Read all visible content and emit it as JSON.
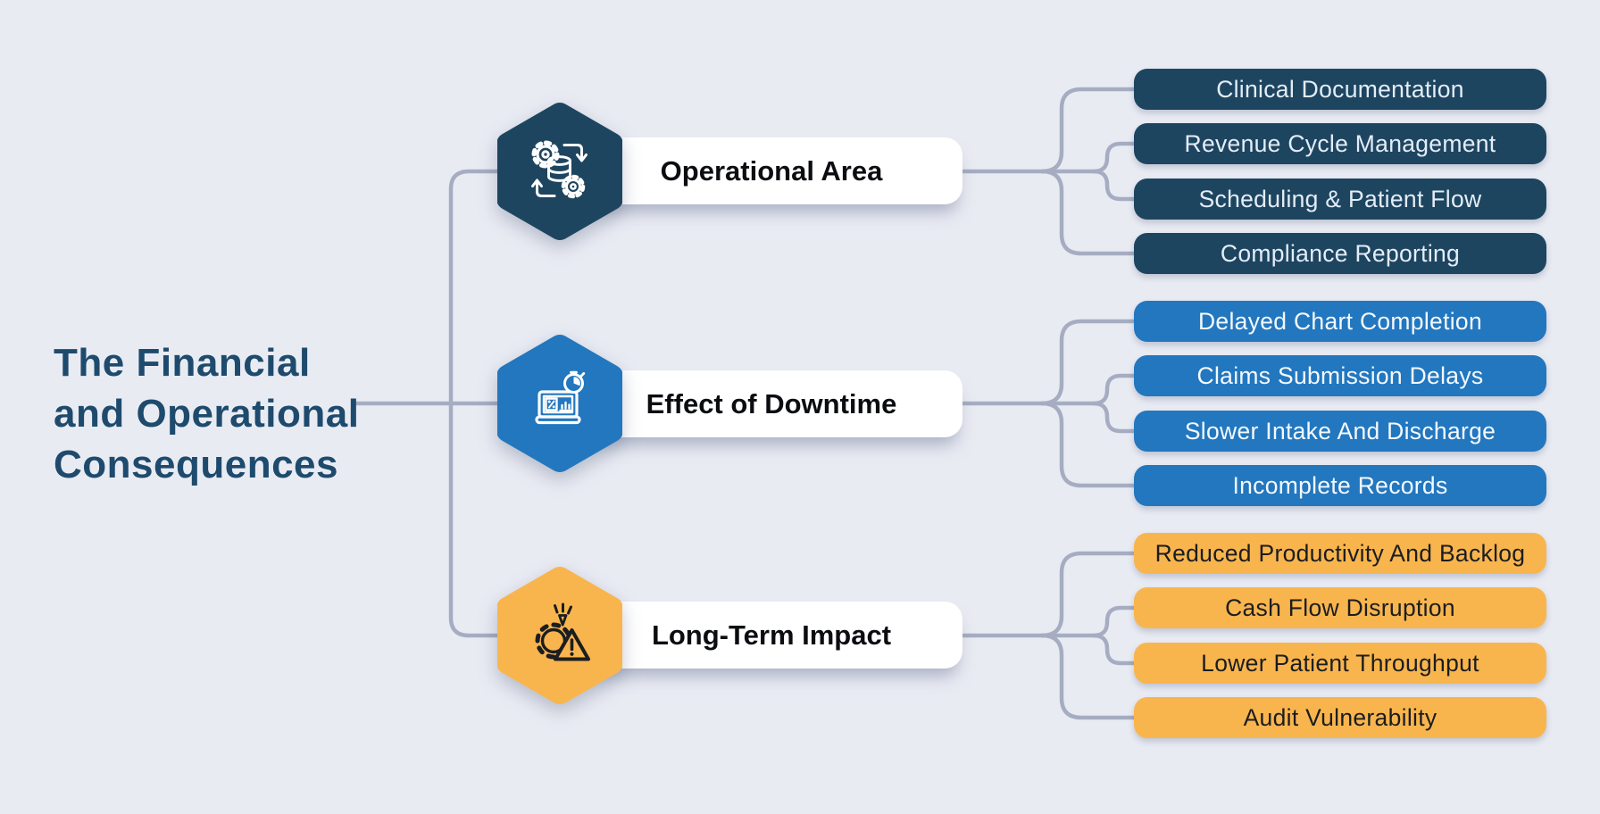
{
  "colors": {
    "bg": "#e9ebf3",
    "connector": "#a6adc2",
    "navy": "#1e4560",
    "blue": "#2277bf",
    "orange": "#f9b54d",
    "title-text": "#1e4b6d",
    "label-text": "#0b0d11",
    "pill-text-light": "#e3edf7",
    "pill-text-white": "#f4f9fd",
    "pill-text-dark": "#1b1d20",
    "label-bg": "#ffffff"
  },
  "title": {
    "lines": [
      "The Financial",
      "and Operational",
      "Consequences"
    ]
  },
  "branches": [
    {
      "label": "Operational Area",
      "icon": "database-gears-sync-icon",
      "items": [
        "Clinical Documentation",
        "Revenue Cycle Management",
        "Scheduling & Patient Flow",
        "Compliance Reporting"
      ]
    },
    {
      "label": "Effect of Downtime",
      "icon": "laptop-stopwatch-icon",
      "items": [
        "Delayed Chart Completion",
        "Claims Submission Delays",
        "Slower Intake And Discharge",
        "Incomplete Records"
      ]
    },
    {
      "label": "Long-Term Impact",
      "icon": "gear-warning-icon",
      "items": [
        "Reduced Productivity And Backlog",
        "Cash Flow Disruption",
        "Lower Patient Throughput",
        "Audit Vulnerability"
      ]
    }
  ]
}
